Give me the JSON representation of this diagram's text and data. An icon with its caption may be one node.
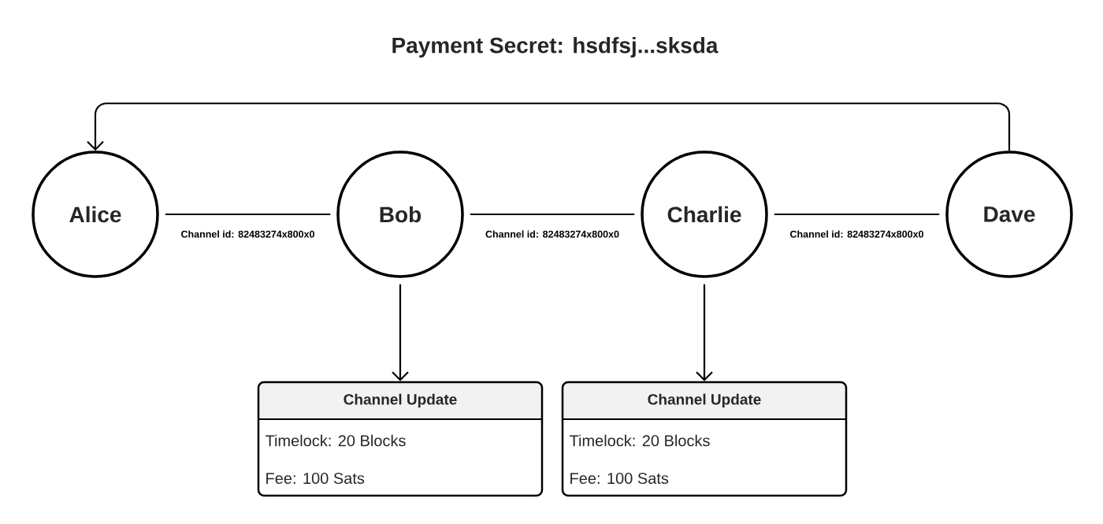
{
  "diagram": {
    "title": "Payment Secret: hsdfsj...sksda",
    "nodes": [
      {
        "text": [
          "Alice"
        ]
      },
      {
        "text": [
          "Bob"
        ]
      },
      {
        "text": [
          "Charlie"
        ]
      },
      {
        "text": [
          "Dave"
        ]
      },
      {
        "text": [
          "Channel Update",
          "Timelock: 20 Blocks",
          "Fee: 100 Sats"
        ]
      },
      {
        "text": [
          "Channel Update",
          "Timelock: 20 Blocks",
          "Fee: 100 Sats"
        ]
      }
    ],
    "edges": [
      {
        "from": 0,
        "to": 1,
        "arrow": "none",
        "label": "Channel id: 82483274x800x0"
      },
      {
        "from": 1,
        "to": 2,
        "arrow": "none",
        "label": "Channel id: 82483274x800x0"
      },
      {
        "from": 2,
        "to": 3,
        "arrow": "none",
        "label": "Channel id: 82483274x800x0"
      },
      {
        "from": 1,
        "to": 4,
        "arrow": "to"
      },
      {
        "from": 2,
        "to": 5,
        "arrow": "to"
      },
      {
        "from": 3,
        "to": 0,
        "arrow": "to"
      }
    ]
  }
}
